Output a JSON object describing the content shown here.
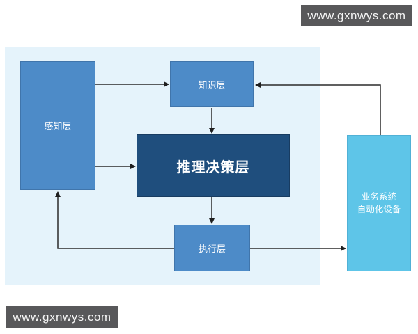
{
  "watermarks": {
    "top_right": "www.gxnwys.com",
    "bottom_left": "www.gxnwys.com"
  },
  "diagram": {
    "type": "flowchart",
    "panel_color": "#e5f3fb",
    "edge_color": "#2b2b2b",
    "watermark_bg_color": "#58585a",
    "node_text_color": "#ffffff",
    "nodes": {
      "perception": {
        "label": "感知层",
        "color": "#4d8bc8"
      },
      "knowledge": {
        "label": "知识层",
        "color": "#4d8bc8"
      },
      "reasoning": {
        "label": "推理决策层",
        "color": "#1f4e7d"
      },
      "execution": {
        "label": "执行层",
        "color": "#4d8bc8"
      },
      "business": {
        "label_line1": "业务系统",
        "label_line2": "自动化设备",
        "color": "#5ec5e8"
      }
    },
    "edges": [
      {
        "from": "perception",
        "to": "knowledge"
      },
      {
        "from": "knowledge",
        "to": "reasoning"
      },
      {
        "from": "perception",
        "to": "reasoning"
      },
      {
        "from": "reasoning",
        "to": "execution"
      },
      {
        "from": "execution",
        "to": "perception"
      },
      {
        "from": "execution",
        "to": "business"
      },
      {
        "from": "business",
        "to": "knowledge"
      }
    ]
  }
}
